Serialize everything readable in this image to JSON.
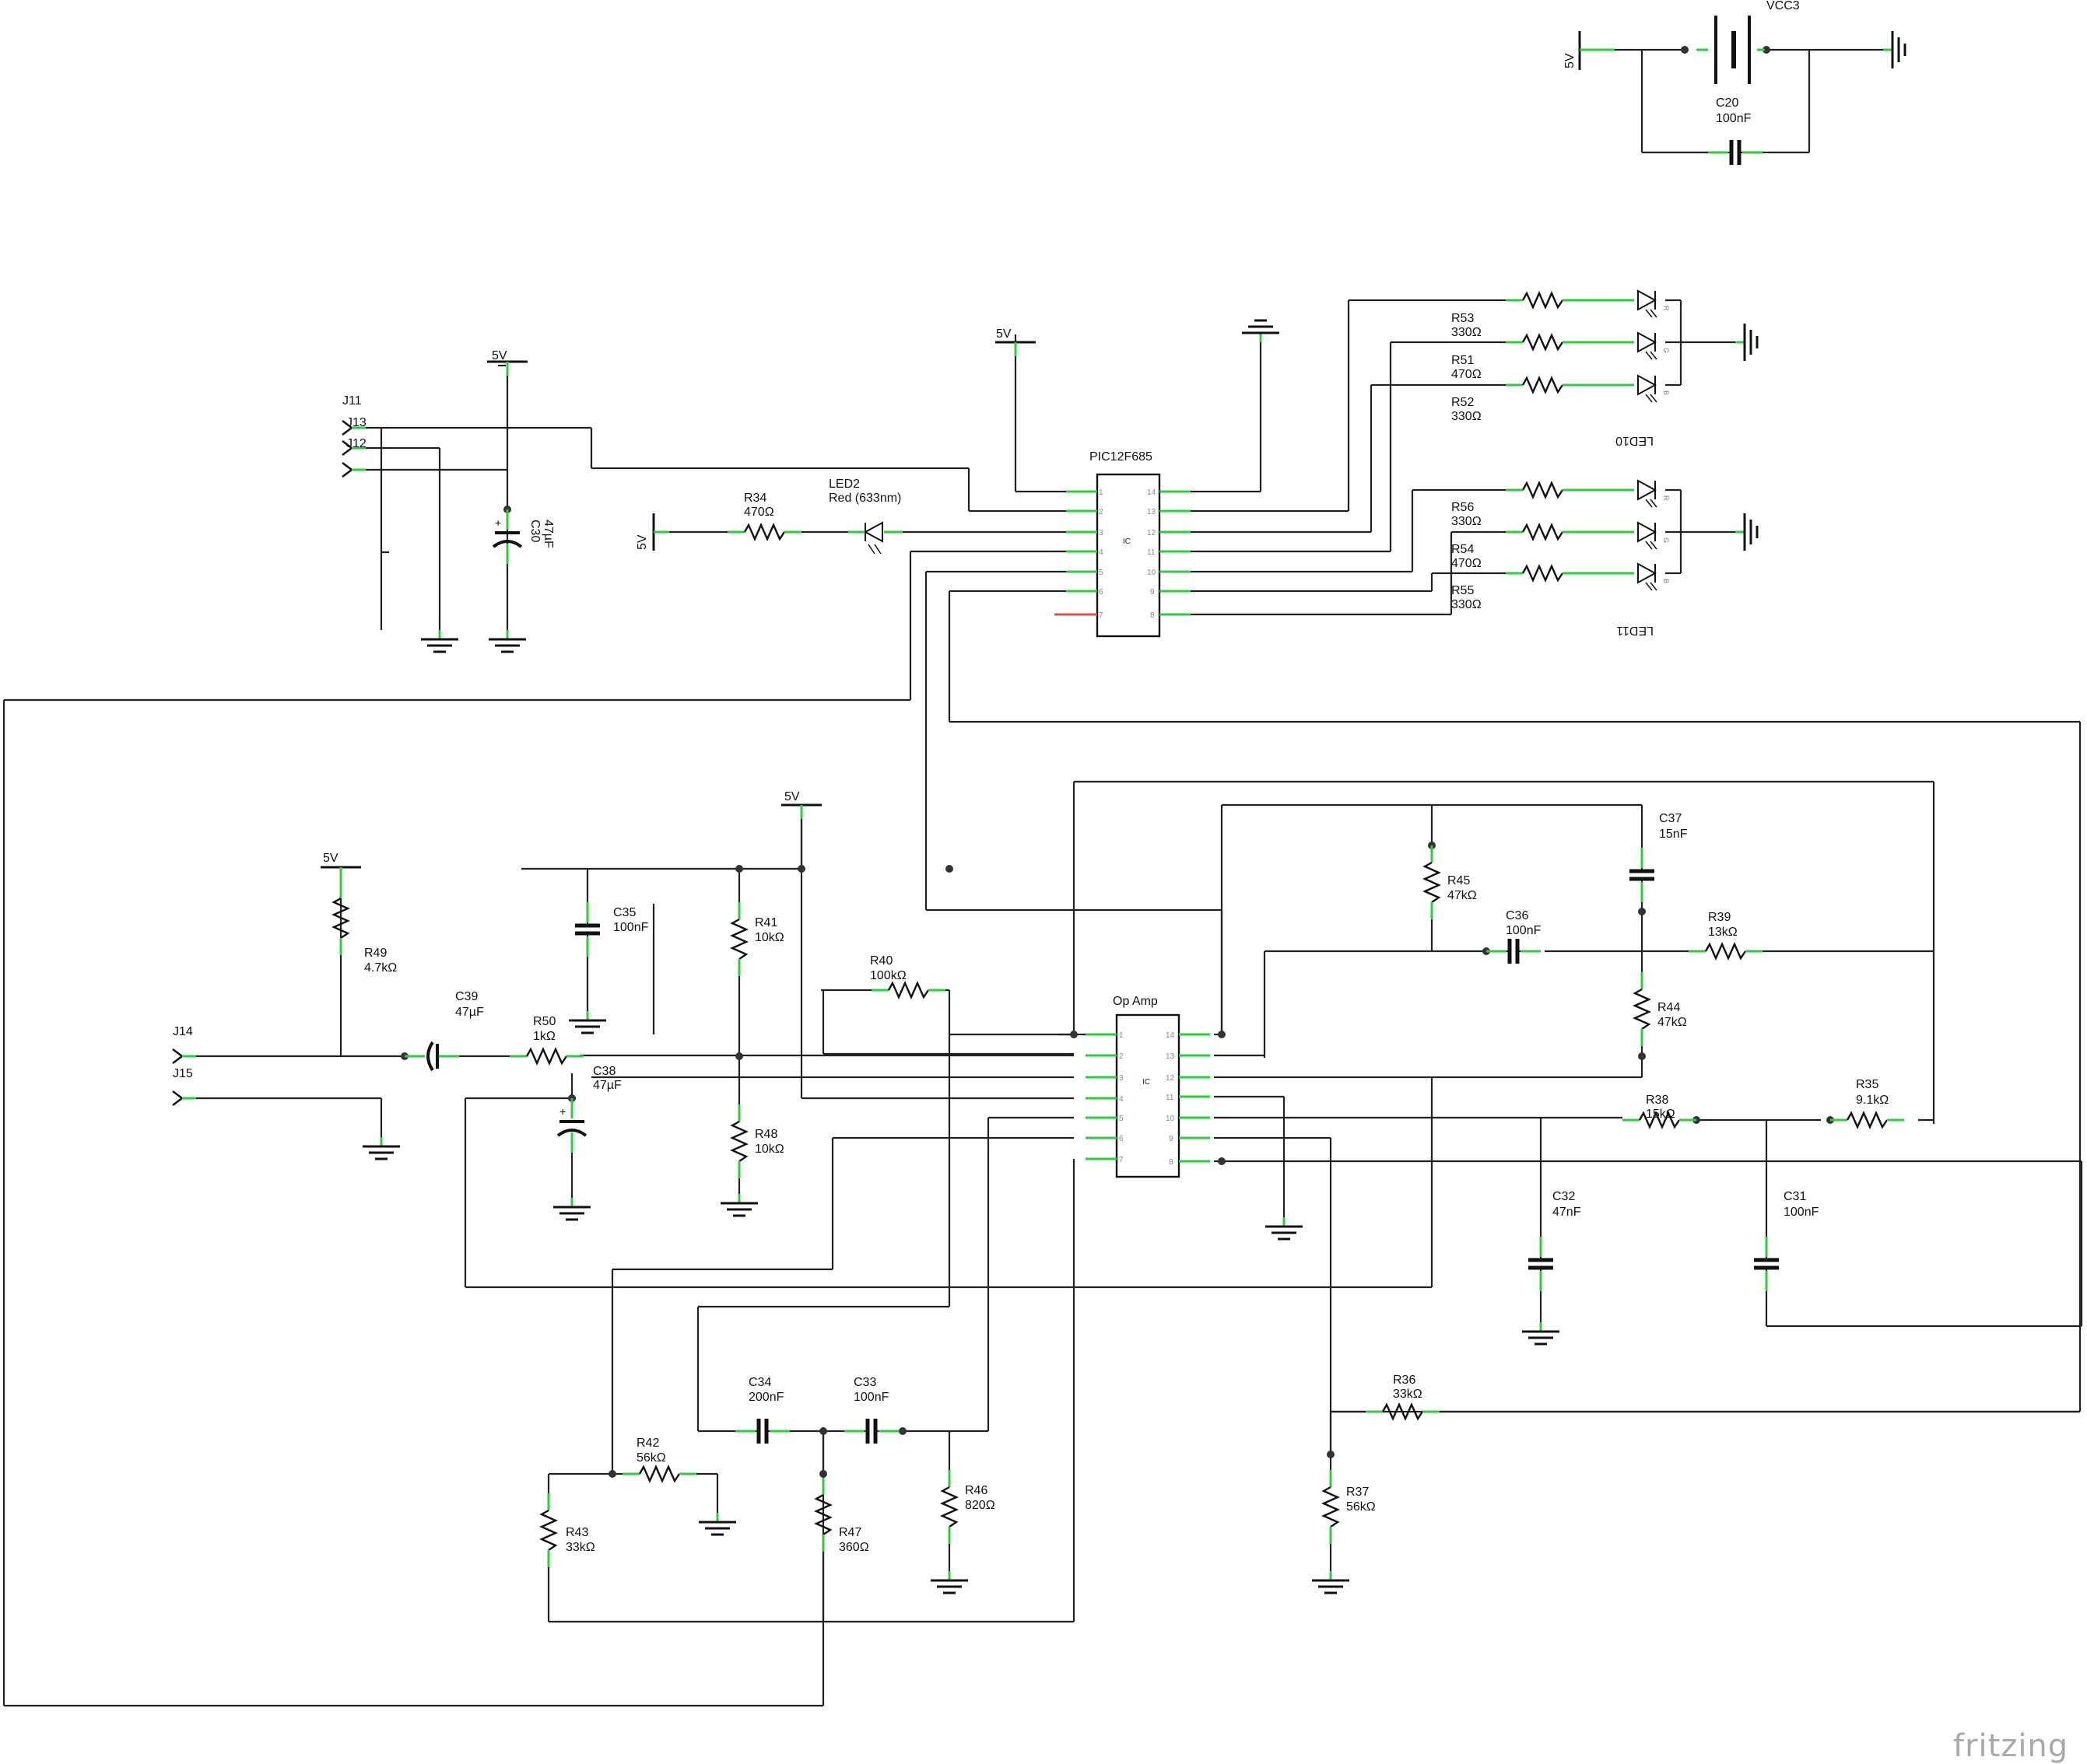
{
  "app": {
    "brand": "fritzing"
  },
  "nets": {
    "vcc": "5V",
    "vcc3": "VCC3"
  },
  "components": {
    "R34": {
      "ref": "R34",
      "value": "470Ω"
    },
    "R35": {
      "ref": "R35",
      "value": "9.1kΩ"
    },
    "R36": {
      "ref": "R36",
      "value": "33kΩ"
    },
    "R37": {
      "ref": "R37",
      "value": "56kΩ"
    },
    "R38": {
      "ref": "R38",
      "value": "15kΩ"
    },
    "R39": {
      "ref": "R39",
      "value": "13kΩ"
    },
    "R40": {
      "ref": "R40",
      "value": "100kΩ"
    },
    "R41": {
      "ref": "R41",
      "value": "10kΩ"
    },
    "R42": {
      "ref": "R42",
      "value": "56kΩ"
    },
    "R43": {
      "ref": "R43",
      "value": "33kΩ"
    },
    "R44": {
      "ref": "R44",
      "value": "47kΩ"
    },
    "R45": {
      "ref": "R45",
      "value": "47kΩ"
    },
    "R46": {
      "ref": "R46",
      "value": "820Ω"
    },
    "R47": {
      "ref": "R47",
      "value": "360Ω"
    },
    "R48": {
      "ref": "R48",
      "value": "10kΩ"
    },
    "R49": {
      "ref": "R49",
      "value": "4.7kΩ"
    },
    "R50": {
      "ref": "R50",
      "value": "1kΩ"
    },
    "R51": {
      "ref": "R51",
      "value": "470Ω"
    },
    "R52": {
      "ref": "R52",
      "value": "330Ω"
    },
    "R53": {
      "ref": "R53",
      "value": "330Ω"
    },
    "R54": {
      "ref": "R54",
      "value": "470Ω"
    },
    "R55": {
      "ref": "R55",
      "value": "330Ω"
    },
    "R56": {
      "ref": "R56",
      "value": "330Ω"
    },
    "C20": {
      "ref": "C20",
      "value": "100nF"
    },
    "C30": {
      "ref": "C30",
      "value": "47µF"
    },
    "C31": {
      "ref": "C31",
      "value": "100nF"
    },
    "C32": {
      "ref": "C32",
      "value": "47nF"
    },
    "C33": {
      "ref": "C33",
      "value": "100nF"
    },
    "C34": {
      "ref": "C34",
      "value": "200nF"
    },
    "C35": {
      "ref": "C35",
      "value": "100nF"
    },
    "C36": {
      "ref": "C36",
      "value": "100nF"
    },
    "C37": {
      "ref": "C37",
      "value": "15nF"
    },
    "C38": {
      "ref": "C38",
      "value": "47µF"
    },
    "C39": {
      "ref": "C39",
      "value": "47µF"
    },
    "LED2": {
      "ref": "LED2",
      "value": "Red (633nm)"
    },
    "LED10": {
      "ref": "LED10"
    },
    "LED11": {
      "ref": "LED11"
    },
    "U_PIC": {
      "ref": "PIC12F685",
      "body": "IC"
    },
    "U_OPAMP": {
      "ref": "Op Amp",
      "body": "IC"
    },
    "J11": {
      "ref": "J11"
    },
    "J12": {
      "ref": "J12"
    },
    "J13": {
      "ref": "J13"
    },
    "J14": {
      "ref": "J14"
    },
    "J15": {
      "ref": "J15"
    }
  },
  "ic_pins": {
    "left": [
      "1",
      "2",
      "3",
      "4",
      "5",
      "6",
      "7"
    ],
    "right": [
      "14",
      "13",
      "12",
      "11",
      "10",
      "9",
      "8"
    ]
  },
  "rgb_letters": [
    "R",
    "G",
    "B"
  ]
}
